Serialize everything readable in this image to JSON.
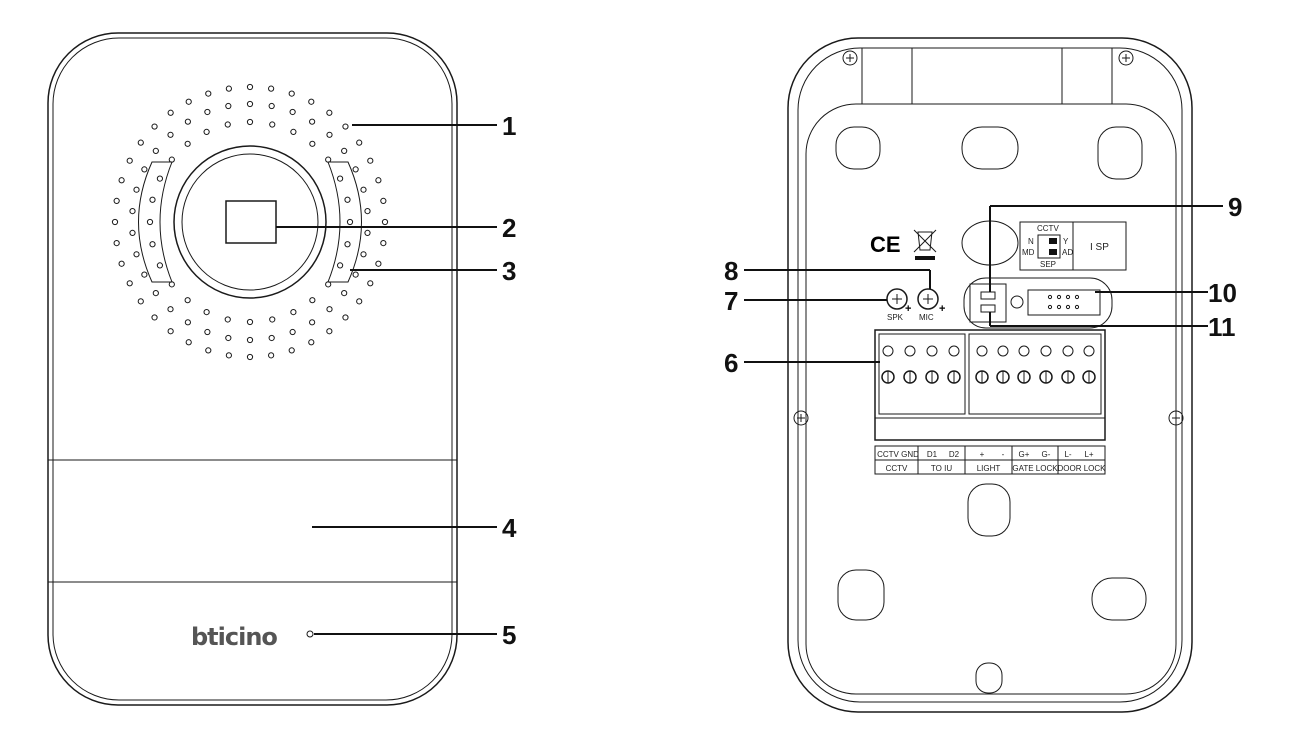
{
  "front": {
    "logo": "bticino",
    "callouts": [
      "1",
      "2",
      "3",
      "4",
      "5"
    ]
  },
  "back": {
    "callouts": [
      "6",
      "7",
      "8",
      "9",
      "10",
      "11"
    ],
    "ce_mark": "CE",
    "spk": "SPK",
    "mic": "MIC",
    "plus": "+",
    "minus": "-",
    "switch": {
      "title": "CCTV",
      "n": "N",
      "y": "Y",
      "md": "MD",
      "ad": "AD",
      "sep": "SEP",
      "isp": "I SP"
    },
    "terminals_top": [
      "CCTV",
      "GND",
      "D1",
      "D2",
      "+",
      "-",
      "G+",
      "G-",
      "L-",
      "L+"
    ],
    "terminals_groups": [
      "CCTV",
      "TO IU",
      "LIGHT",
      "GATE LOCK",
      "DOOR LOCK"
    ]
  }
}
